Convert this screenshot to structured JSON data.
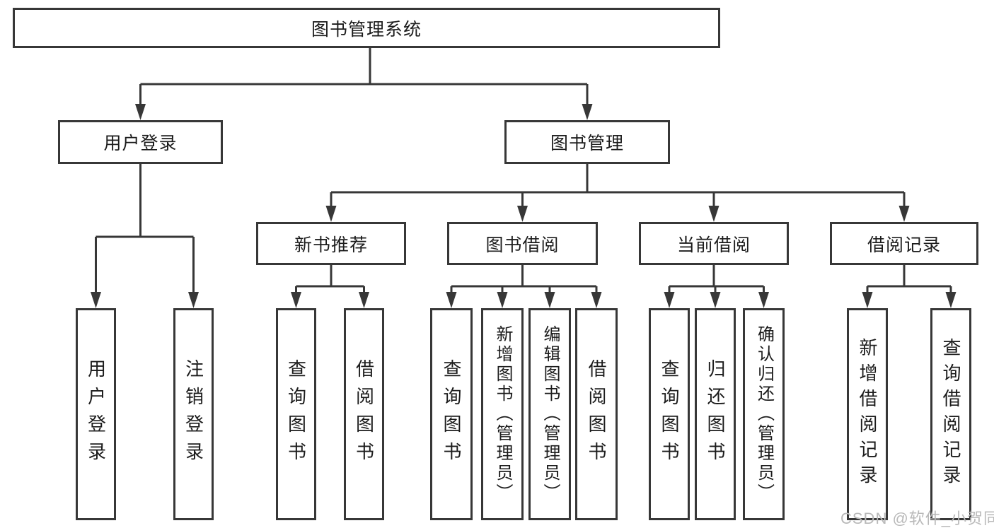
{
  "diagram": {
    "root": {
      "label": "图书管理系统"
    },
    "branches": [
      {
        "label": "用户登录",
        "children": [
          {
            "label": "用户登录"
          },
          {
            "label": "注销登录"
          }
        ]
      },
      {
        "label": "图书管理",
        "children": [
          {
            "label": "新书推荐",
            "children": [
              {
                "label": "查询图书"
              },
              {
                "label": "借阅图书"
              }
            ]
          },
          {
            "label": "图书借阅",
            "children": [
              {
                "label": "查询图书"
              },
              {
                "label": "新增图书（管理员）"
              },
              {
                "label": "编辑图书（管理员）"
              },
              {
                "label": "借阅图书"
              }
            ]
          },
          {
            "label": "当前借阅",
            "children": [
              {
                "label": "查询图书"
              },
              {
                "label": "归还图书"
              },
              {
                "label": "确认归还（管理员）"
              }
            ]
          },
          {
            "label": "借阅记录",
            "children": [
              {
                "label": "新增借阅记录"
              },
              {
                "label": "查询借阅记录"
              }
            ]
          }
        ]
      }
    ]
  },
  "watermark": {
    "text": "CSDN @软件_小贺同学"
  },
  "colors": {
    "line": "#373737",
    "text": "#1c1c1c",
    "watermark": "#b9b9b9",
    "background": "#ffffff"
  }
}
